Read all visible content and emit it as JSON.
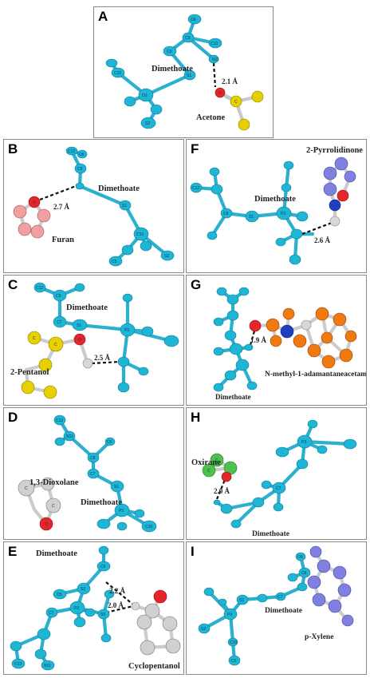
{
  "colors": {
    "carbon_cyan": "#1fb6d6",
    "oxygen": "#e8242b",
    "nitrogen": "#1f3fbf",
    "hydrogen": "#d8d8d8",
    "solvent_yellow": "#e8d000",
    "furan_pink": "#f0a0a0",
    "solvent_white": "#d0d0d0",
    "adamantane_orange": "#f07a10",
    "oxirane_green": "#4cc24c",
    "pyrrolidinone_purple": "#8080e0"
  },
  "panels": [
    {
      "id": "A",
      "letter": "A",
      "host": "Dimethoate",
      "solvent": "Acetone",
      "distances": [
        "2.1 Å"
      ],
      "atom_labels": [
        "O6",
        "C9",
        "C8",
        "C13",
        "O3",
        "C10",
        "O2",
        "S1",
        "N11",
        "H12",
        "P3",
        "O4",
        "C5",
        "S2"
      ],
      "solvent_atoms": [
        "O",
        "C",
        "C",
        "C"
      ]
    },
    {
      "id": "B",
      "letter": "B",
      "host": "Dimethoate",
      "solvent": "Furan",
      "distances": [
        "2.7 Å"
      ],
      "atom_labels": [
        "C12",
        "O6",
        "C8",
        "H",
        "C7",
        "S1",
        "C10",
        "P3",
        "O4",
        "C5",
        "S2"
      ],
      "solvent_atoms": [
        "O",
        "C",
        "C",
        "C",
        "C"
      ]
    },
    {
      "id": "C",
      "letter": "C",
      "host": "Dimethoate",
      "solvent": "2-Pentanol",
      "distances": [
        "2.5 Å"
      ],
      "atom_labels": [
        "C12",
        "C9",
        "C7",
        "S1",
        "P3",
        "O4",
        "C10",
        "S2"
      ],
      "solvent_atoms": [
        "C",
        "C",
        "O",
        "H",
        "C",
        "C"
      ]
    },
    {
      "id": "D",
      "letter": "D",
      "host": "Dimethoate",
      "solvent": "1,3-Dioxolane",
      "distances": [],
      "atom_labels": [
        "C12",
        "N11",
        "O6",
        "C8",
        "C7",
        "S1",
        "P3",
        "O4",
        "C5",
        "S2",
        "O2",
        "C10"
      ],
      "solvent_atoms": [
        "C",
        "C",
        "C",
        "O"
      ]
    },
    {
      "id": "E",
      "letter": "E",
      "host": "Dimethoate",
      "solvent": "Cyclopentanol",
      "distances": [
        "2.2 Å",
        "2.0 Å"
      ],
      "atom_labels": [
        "O4",
        "C6",
        "S2",
        "O5",
        "C7",
        "P3",
        "C8",
        "S9",
        "H",
        "C12",
        "N11",
        "C13"
      ],
      "solvent_atoms": [
        "O",
        "C",
        "C",
        "C",
        "C",
        "C"
      ]
    },
    {
      "id": "F",
      "letter": "F",
      "host": "Dimethoate",
      "solvent": "2-Pyrrolidinone",
      "distances": [
        "2.6 Å"
      ],
      "atom_labels": [
        "C12",
        "O6",
        "N11",
        "C9",
        "C8",
        "S1",
        "P3",
        "O4",
        "S2"
      ],
      "solvent_atoms": [
        "C",
        "C",
        "C",
        "C",
        "N",
        "O",
        "H"
      ]
    },
    {
      "id": "G",
      "letter": "G",
      "host": "Dimethoate",
      "solvent": "N-methyl-1-adamantaneacetamide",
      "distances": [
        "1.9 Å"
      ],
      "atom_labels": [
        "C5",
        "O4",
        "P3",
        "S2",
        "C7",
        "S1",
        "C8",
        "O6",
        "N11",
        "C12",
        "C10"
      ],
      "solvent_atoms": [
        "O",
        "C",
        "N",
        "H",
        "C",
        "C",
        "C",
        "C",
        "C",
        "C",
        "C",
        "C",
        "C",
        "C"
      ]
    },
    {
      "id": "H",
      "letter": "H",
      "host": "Dimethoate",
      "solvent": "Oxirane",
      "distances": [
        "2.0 Å"
      ],
      "atom_labels": [
        "S2",
        "P3",
        "O4",
        "C5",
        "S1",
        "C7",
        "C8",
        "O6",
        "N11",
        "C12",
        "H"
      ],
      "solvent_atoms": [
        "O",
        "C",
        "C"
      ]
    },
    {
      "id": "I",
      "letter": "I",
      "host": "Dimethoate",
      "solvent": "p-Xylene",
      "distances": [],
      "atom_labels": [
        "O6",
        "C8",
        "N11",
        "C12",
        "C7",
        "S1",
        "P3",
        "O4",
        "S2",
        "C10",
        "C5"
      ],
      "solvent_atoms": [
        "C",
        "C",
        "C",
        "C",
        "C",
        "C",
        "C",
        "C"
      ]
    }
  ]
}
